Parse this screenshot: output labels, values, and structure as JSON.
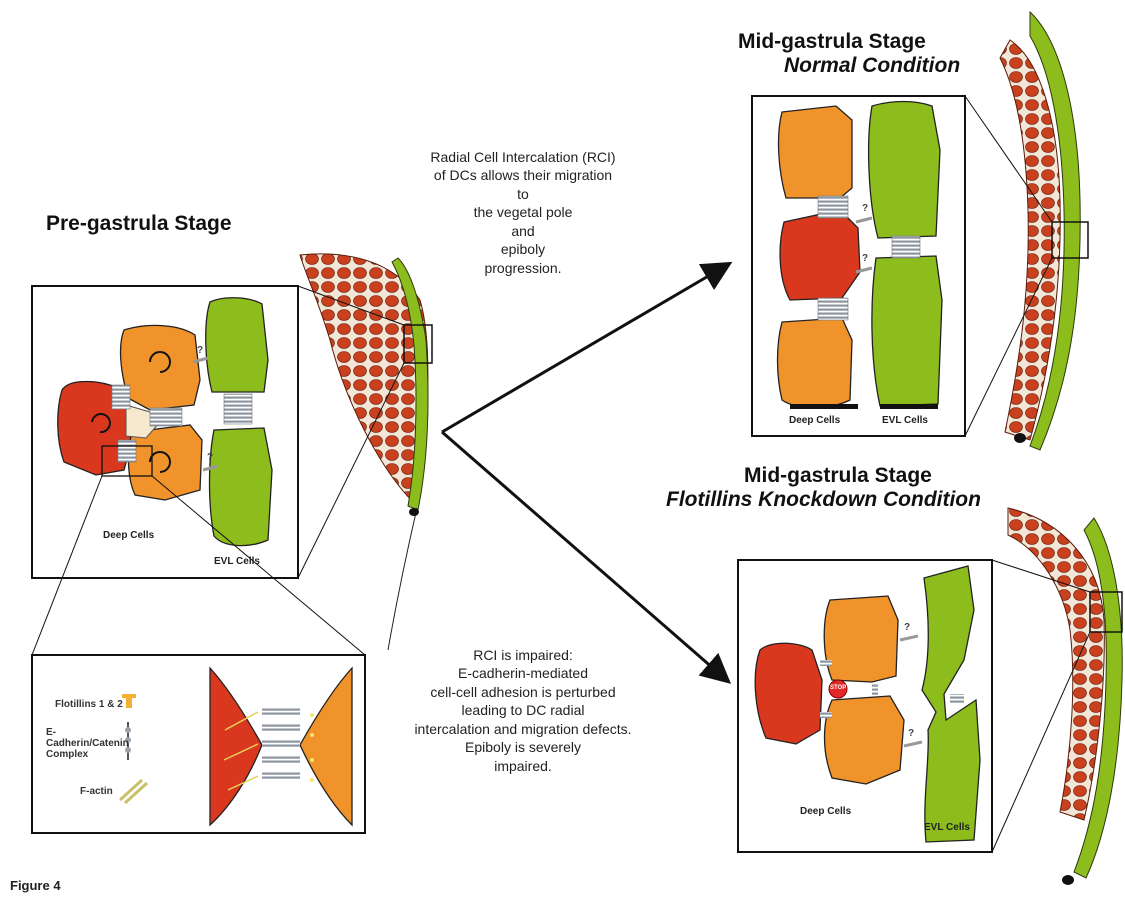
{
  "figure_label": "Figure 4",
  "pre_gastrula": {
    "title": "Pre-gastrula Stage",
    "deep_cells_label": "Deep Cells",
    "evl_cells_label": "EVL Cells"
  },
  "legend": {
    "flotillins": "Flotillins 1 & 2",
    "ecadherin": "E-Cadherin/Catenin Complex",
    "factin": "F-actin"
  },
  "normal": {
    "title_line1": "Mid-gastrula Stage",
    "title_line2": "Normal Condition",
    "deep_cells_label": "Deep Cells",
    "evl_cells_label": "EVL Cells",
    "caption_lines": [
      "Radial Cell Intercalation (RCI)",
      "of DCs allows their migration to",
      "the vegetal pole",
      "and",
      "epiboly",
      "progression."
    ]
  },
  "knockdown": {
    "title_line1": "Mid-gastrula Stage",
    "title_line2": "Flotillins Knockdown Condition",
    "deep_cells_label": "Deep Cells",
    "evl_cells_label": "EVL Cells",
    "caption_lines": [
      "RCI is impaired:",
      "E-cadherin-mediated",
      "cell-cell adhesion is perturbed",
      "leading to DC radial",
      "intercalation and migration defects.",
      "Epiboly is severely",
      "impaired."
    ]
  },
  "marks": {
    "question": "?",
    "stop": "STOP"
  },
  "colors": {
    "deep_red": "#d9381e",
    "deep_orange": "#f0932b",
    "evl_green": "#8dbd1c",
    "cadherin_grey": "#9aa3ad",
    "outline": "#1a1a1a"
  }
}
